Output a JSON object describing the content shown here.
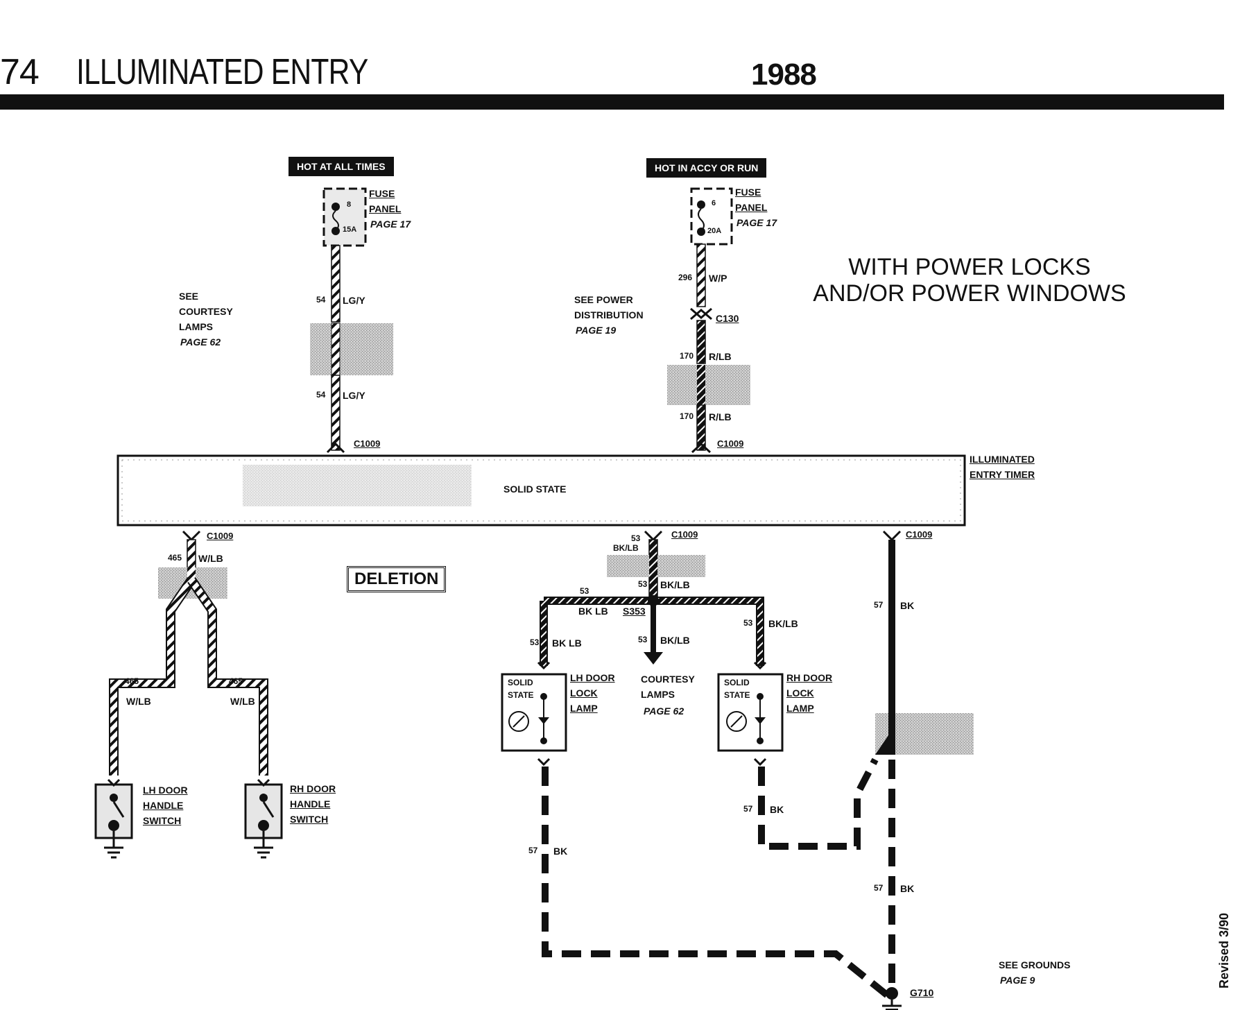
{
  "header": {
    "page_number": "74",
    "title": "ILLUMINATED ENTRY",
    "year": "1988"
  },
  "notes": {
    "variant_line1": "WITH POWER LOCKS",
    "variant_line2": "AND/OR POWER WINDOWS",
    "deletion": "DELETION",
    "revised": "Revised 3/90"
  },
  "power_sources": {
    "left": {
      "tag": "HOT AT ALL TIMES",
      "fuse_num": "8",
      "fuse_amp": "15A",
      "fuse_label1": "FUSE",
      "fuse_label2": "PANEL",
      "fuse_page": "PAGE 17"
    },
    "right": {
      "tag": "HOT IN ACCY OR RUN",
      "fuse_num": "6",
      "fuse_amp": "20A",
      "fuse_label1": "FUSE",
      "fuse_label2": "PANEL",
      "fuse_page": "PAGE 17"
    }
  },
  "references": {
    "courtesy_top": [
      "SEE",
      "COURTESY",
      "LAMPS",
      "PAGE 62"
    ],
    "power_dist": [
      "SEE POWER",
      "DISTRIBUTION",
      "PAGE 19"
    ],
    "grounds": [
      "SEE GROUNDS",
      "PAGE 9"
    ]
  },
  "wires": {
    "w54a_num": "54",
    "w54a_color": "LG/Y",
    "w54b_num": "54",
    "w54b_color": "LG/Y",
    "w296_num": "296",
    "w296_color": "W/P",
    "w170a_num": "170",
    "w170a_color": "R/LB",
    "w170b_num": "170",
    "w170b_color": "R/LB",
    "w465_num": "465",
    "w465_color": "W/LB",
    "w465l_num": "465",
    "w465l_color": "W/LB",
    "w465r_num": "465",
    "w465r_color": "W/LB",
    "w53top_num": "53",
    "w53top_color": "BK/LB",
    "w53mid_num": "53",
    "w53mid_color": "BK/LB",
    "w53left_num": "53",
    "w53left_color": "BK LB",
    "w53lamp_num": "53",
    "w53lamp_color": "BK LB",
    "w53court_num": "53",
    "w53court_color": "BK/LB",
    "w53right_num": "53",
    "w53right_color": "BK/LB",
    "w57a_num": "57",
    "w57a_color": "BK",
    "w57b_num": "57",
    "w57b_color": "BK",
    "w57c_num": "57",
    "w57c_color": "BK",
    "w57d_num": "57",
    "w57d_color": "BK"
  },
  "connectors": {
    "c130": "C130",
    "c1009": "C1009",
    "s353": "S353",
    "g710": "G710"
  },
  "timer": {
    "body": "SOLID STATE",
    "label1": "ILLUMINATED",
    "label2": "ENTRY TIMER"
  },
  "components": {
    "lh_lamp": {
      "inner1": "SOLID",
      "inner2": "STATE",
      "label": [
        "LH DOOR",
        "LOCK",
        "LAMP"
      ]
    },
    "rh_lamp": {
      "inner1": "SOLID",
      "inner2": "STATE",
      "label": [
        "RH DOOR",
        "LOCK",
        "LAMP"
      ]
    },
    "courtesy": [
      "COURTESY",
      "LAMPS",
      "PAGE 62"
    ],
    "lh_switch": [
      "LH DOOR",
      "HANDLE",
      "SWITCH"
    ],
    "rh_switch": [
      "RH DOOR",
      "HANDLE",
      "SWITCH"
    ]
  }
}
